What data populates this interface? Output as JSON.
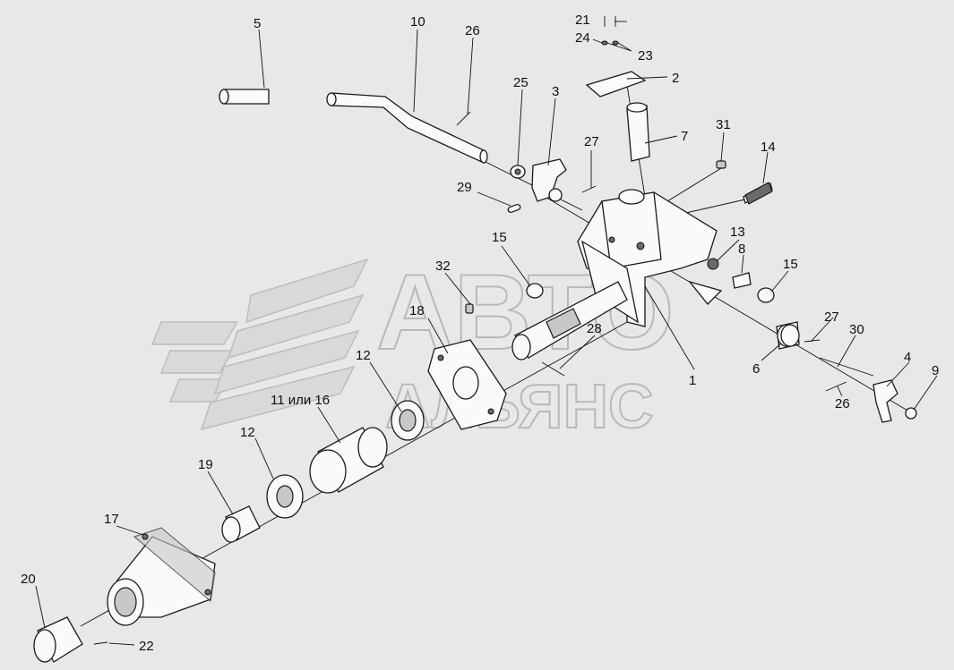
{
  "watermark": {
    "line1": "АВТО",
    "line2": "АЛЬЯНС"
  },
  "labels": {
    "l1": "1",
    "l2": "2",
    "l3": "3",
    "l4": "4",
    "l5": "5",
    "l6": "6",
    "l7": "7",
    "l8": "8",
    "l9": "9",
    "l10": "10",
    "l11_16": "11 или 16",
    "l12a": "12",
    "l12b": "12",
    "l13": "13",
    "l14": "14",
    "l15a": "15",
    "l15b": "15",
    "l17": "17",
    "l18": "18",
    "l19": "19",
    "l20": "20",
    "l21": "21",
    "l22": "22",
    "l23": "23",
    "l24": "24",
    "l25": "25",
    "l26a": "26",
    "l26b": "26",
    "l27a": "27",
    "l27b": "27",
    "l28": "28",
    "l29": "29",
    "l30": "30",
    "l31": "31",
    "l32": "32"
  }
}
